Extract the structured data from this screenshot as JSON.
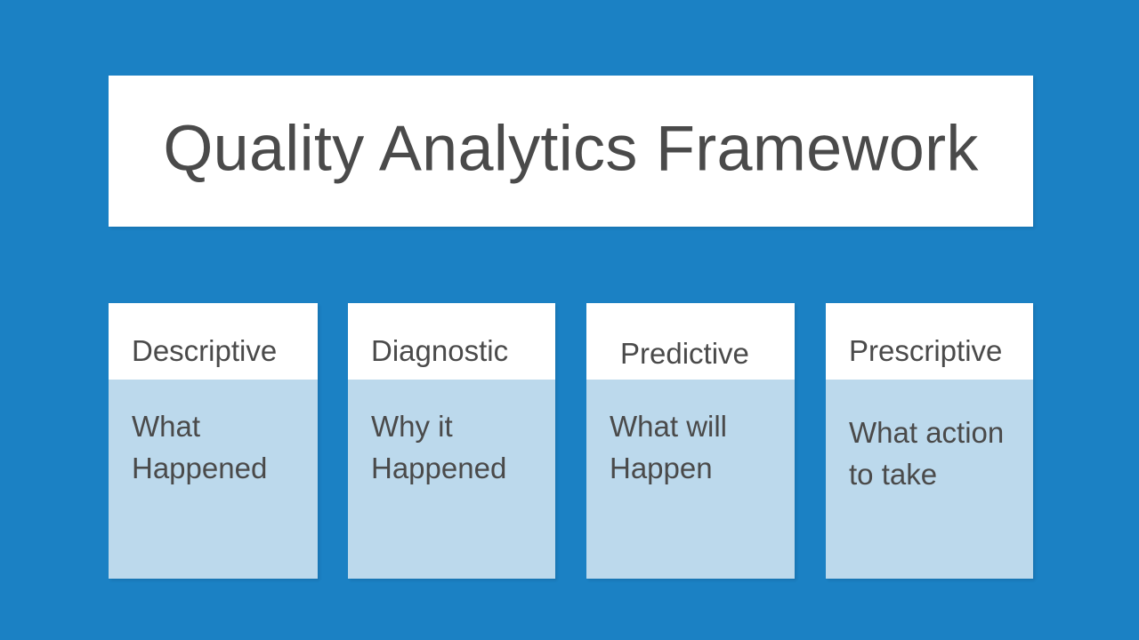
{
  "slide": {
    "background_color": "#1b81c4",
    "title": "Quality Analytics Framework",
    "title_color": "#4a4a4a",
    "banner_color": "#ffffff"
  },
  "cards": [
    {
      "header": "Descriptive",
      "body": "What\nHappened",
      "header_color": "#ffffff",
      "body_color": "#bcd9ec"
    },
    {
      "header": "Diagnostic",
      "body": "Why it\nHappened",
      "header_color": "#ffffff",
      "body_color": "#bcd9ec"
    },
    {
      "header": "Predictive",
      "body": "What will\nHappen",
      "header_color": "#ffffff",
      "body_color": "#bcd9ec"
    },
    {
      "header": "Prescriptive",
      "body": "What action\nto take",
      "header_color": "#ffffff",
      "body_color": "#bcd9ec"
    }
  ]
}
